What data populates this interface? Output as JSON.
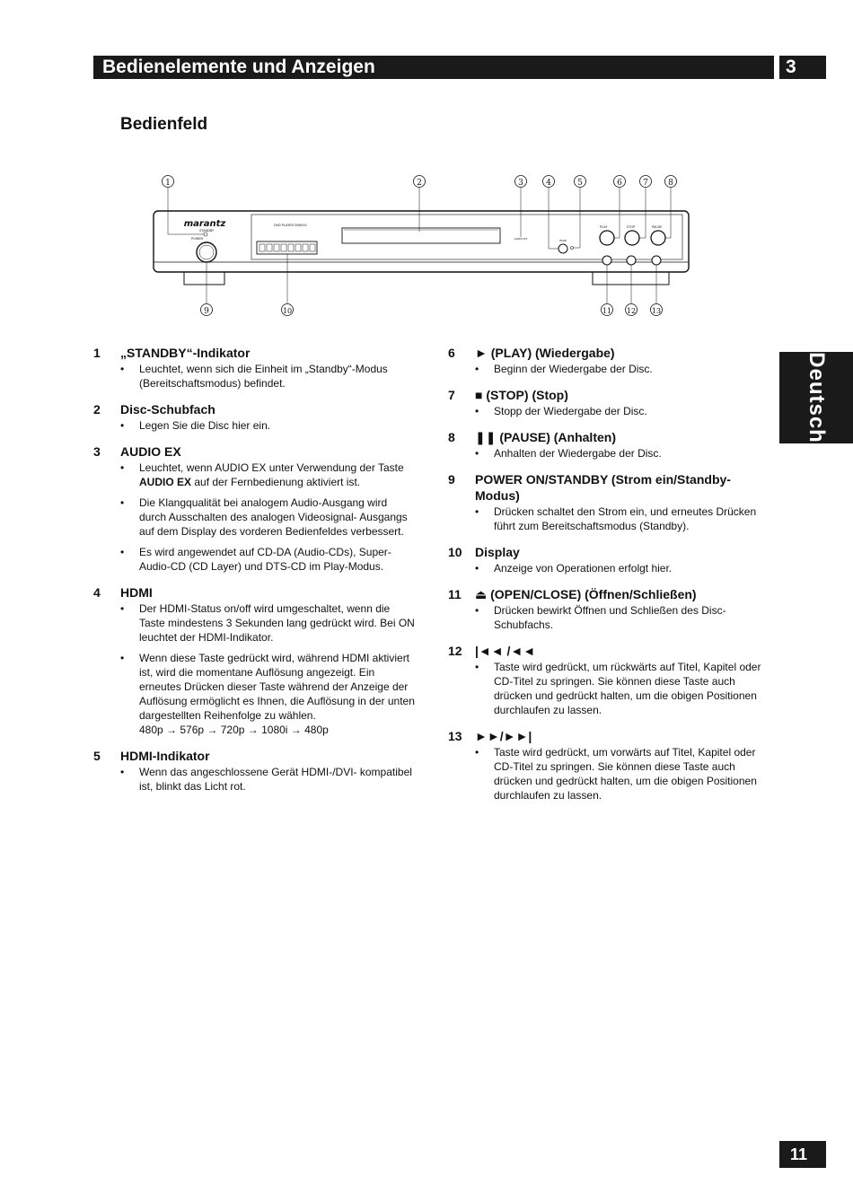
{
  "header": {
    "title": "Bedienelemente und Anzeigen",
    "chapter": "3"
  },
  "section_title": "Bedienfeld",
  "language_tab": "Deutsch",
  "page_number": "11",
  "diagram": {
    "brand": "marantz",
    "model": "DVD PLAYER DV6001",
    "labels": {
      "standby": "STANDBY",
      "power": "POWER",
      "play": "PLAY",
      "stop": "STOP",
      "pause": "PAUSE",
      "audio_ex": "AUDIO EX",
      "hdmi": "HDMI"
    },
    "callouts_top": [
      "1",
      "2",
      "3",
      "4",
      "5",
      "6",
      "7",
      "8"
    ],
    "callouts_bottom": [
      "9",
      "10",
      "11",
      "12",
      "13"
    ]
  },
  "items": [
    {
      "num": "1",
      "title": "„STANDBY“-Indikator",
      "bullets": [
        "Leuchtet, wenn sich die Einheit im „Standby“-Modus (Bereitschaftsmodus) befindet."
      ]
    },
    {
      "num": "2",
      "title": "Disc-Schubfach",
      "bullets": [
        "Legen Sie die Disc hier ein."
      ]
    },
    {
      "num": "3",
      "title": "AUDIO EX",
      "bullets": [
        "Leuchtet, wenn AUDIO EX unter Verwendung der Taste",
        "auf der Fernbedienung aktiviert ist.",
        "Die Klangqualität bei analogem Audio-Ausgang wird durch Ausschalten des analogen Videosignal- Ausgangs auf dem Display des vorderen Bedienfeldes verbessert.",
        "Es wird angewendet auf CD-DA (Audio-CDs), Super-Audio-CD (CD Layer) und DTS-CD im Play-Modus."
      ],
      "bold_term": "AUDIO EX"
    },
    {
      "num": "4",
      "title": "HDMI",
      "bullets": [
        "Der HDMI-Status on/off wird umgeschaltet, wenn die Taste mindestens 3 Sekunden lang gedrückt wird. Bei ON leuchtet der HDMI-Indikator.",
        "Wenn diese Taste gedrückt wird, während HDMI aktiviert ist, wird die momentane Auflösung angezeigt. Ein erneutes Drücken dieser Taste während der Anzeige der Auflösung ermöglicht es Ihnen, die Auflösung in der unten dargestellten Reihenfolge zu wählen.",
        "480p → 576p → 720p → 1080i → 480p"
      ]
    },
    {
      "num": "5",
      "title": "HDMI-Indikator",
      "bullets": [
        "Wenn das angeschlossene Gerät HDMI-/DVI- kompatibel ist, blinkt das Licht rot."
      ]
    },
    {
      "num": "6",
      "title": "(PLAY) (Wiedergabe)",
      "symbol": "►",
      "bullets": [
        "Beginn der Wiedergabe der Disc."
      ]
    },
    {
      "num": "7",
      "title": "(STOP) (Stop)",
      "symbol": "■",
      "bullets": [
        "Stopp der Wiedergabe der Disc."
      ]
    },
    {
      "num": "8",
      "title": "(PAUSE) (Anhalten)",
      "symbol": "❚❚",
      "bullets": [
        "Anhalten der Wiedergabe der Disc."
      ]
    },
    {
      "num": "9",
      "title": "POWER ON/STANDBY (Strom ein/Standby-Modus)",
      "bullets": [
        "Drücken schaltet den Strom ein, und erneutes Drücken führt zum Bereitschaftsmodus (Standby)."
      ]
    },
    {
      "num": "10",
      "title": "Display",
      "bullets": [
        "Anzeige von Operationen erfolgt hier."
      ]
    },
    {
      "num": "11",
      "title": "(OPEN/CLOSE) (Öffnen/Schließen)",
      "symbol": "⏏",
      "bullets": [
        "Drücken bewirkt Öffnen und Schließen des Disc-Schubfachs."
      ]
    },
    {
      "num": "12",
      "title": "|◄◄ /◄◄",
      "bullets": [
        "Taste wird gedrückt, um rückwärts auf Titel, Kapitel oder CD-Titel zu springen. Sie können diese Taste auch drücken und gedrückt halten, um die obigen Positionen durchlaufen zu lassen."
      ]
    },
    {
      "num": "13",
      "title": "►►/►►|",
      "bullets": [
        "Taste wird gedrückt, um vorwärts auf Titel, Kapitel oder CD-Titel zu springen. Sie können diese Taste auch drücken und gedrückt halten, um die obigen Positionen durchlaufen zu lassen."
      ]
    }
  ]
}
